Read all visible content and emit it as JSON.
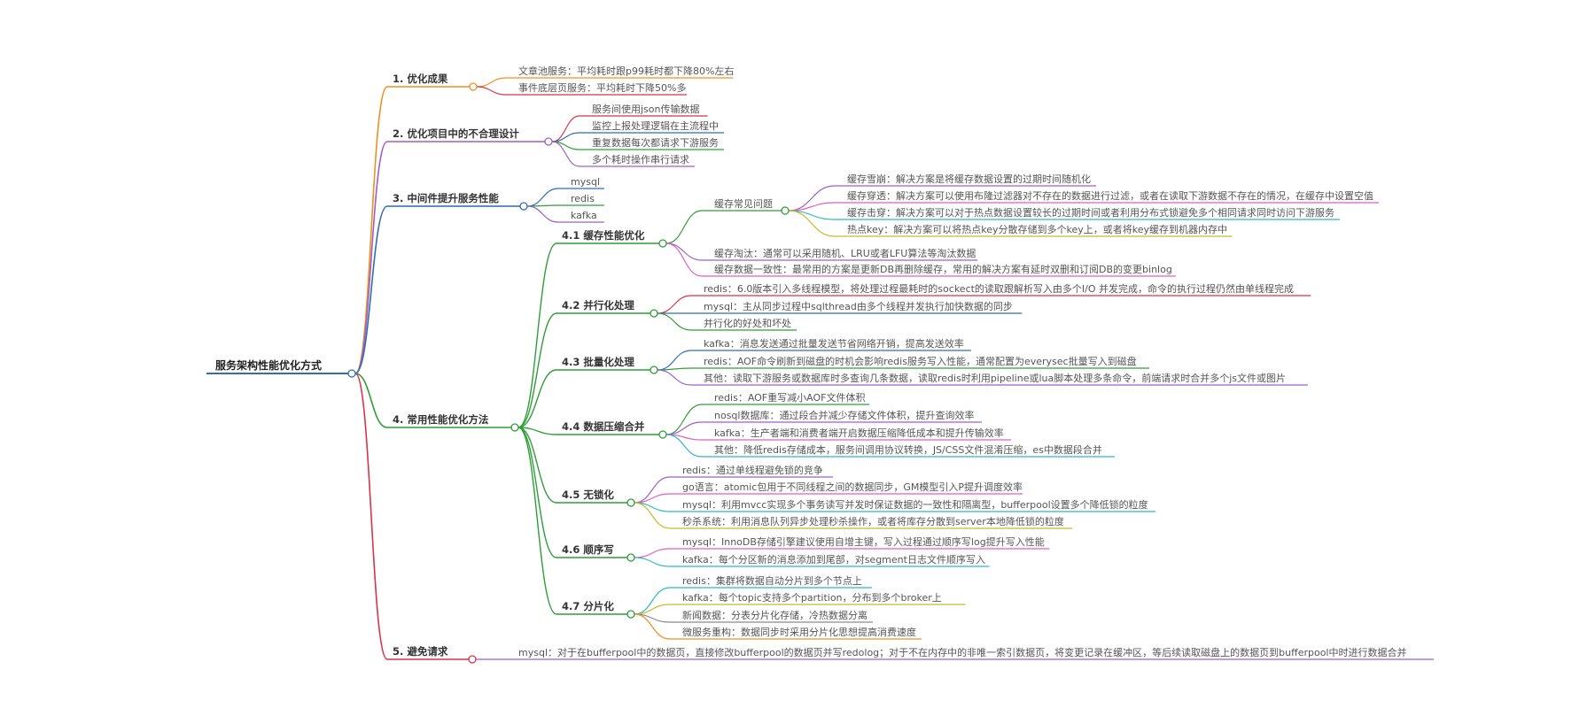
{
  "root": {
    "label": "服务架构性能优化方式",
    "children": [
      {
        "label": "1. 优化成果",
        "children": [
          {
            "label": "文章池服务：平均耗时跟p99耗时都下降80%左右"
          },
          {
            "label": "事件底层页服务：平均耗时下降50%多"
          }
        ]
      },
      {
        "label": "2. 优化项目中的不合理设计",
        "children": [
          {
            "label": "服务间使用json传输数据"
          },
          {
            "label": "监控上报处理逻辑在主流程中"
          },
          {
            "label": "重复数据每次都请求下游服务"
          },
          {
            "label": "多个耗时操作串行请求"
          }
        ]
      },
      {
        "label": "3. 中间件提升服务性能",
        "children": [
          {
            "label": "mysql"
          },
          {
            "label": "redis"
          },
          {
            "label": "kafka"
          }
        ]
      },
      {
        "label": "4. 常用性能优化方法",
        "children": [
          {
            "label": "4.1 缓存性能优化",
            "children": [
              {
                "label": "缓存常见问题",
                "children": [
                  {
                    "label": "缓存雪崩：解决方案是将缓存数据设置的过期时间随机化"
                  },
                  {
                    "label": "缓存穿透：解决方案可以使用布隆过滤器对不存在的数据进行过滤，或者在读取下游数据不存在的情况，在缓存中设置空值"
                  },
                  {
                    "label": "缓存击穿：解决方案可以对于热点数据设置较长的过期时间或者利用分布式锁避免多个相同请求同时访问下游服务"
                  },
                  {
                    "label": "热点key：解决方案可以将热点key分散存储到多个key上，或者将key缓存到机器内存中"
                  }
                ]
              },
              {
                "label": "缓存淘汰：通常可以采用随机、LRU或者LFU算法等淘汰数据"
              },
              {
                "label": "缓存数据一致性：最常用的方案是更新DB再删除缓存，常用的解决方案有延时双删和订阅DB的变更binlog"
              }
            ]
          },
          {
            "label": "4.2 并行化处理",
            "children": [
              {
                "label": "redis：6.0版本引入多线程模型，将处理过程最耗时的sockect的读取跟解析写入由多个I/O 并发完成，命令的执行过程仍然由单线程完成"
              },
              {
                "label": "mysql：主从同步过程中sqlthread由多个线程并发执行加快数据的同步"
              },
              {
                "label": "并行化的好处和坏处"
              }
            ]
          },
          {
            "label": "4.3 批量化处理",
            "children": [
              {
                "label": "kafka：消息发送通过批量发送节省网络开销，提高发送效率"
              },
              {
                "label": "redis：AOF命令刷新到磁盘的时机会影响redis服务写入性能，通常配置为everysec批量写入到磁盘"
              },
              {
                "label": "其他：读取下游服务或数据库时多查询几条数据，读取redis时利用pipeline或lua脚本处理多条命令，前端请求时合并多个js文件或图片"
              }
            ]
          },
          {
            "label": "4.4 数据压缩合并",
            "children": [
              {
                "label": "redis：AOF重写减小AOF文件体积"
              },
              {
                "label": "nosql数据库：通过段合并减少存储文件体积，提升查询效率"
              },
              {
                "label": "kafka：生产者端和消费者端开启数据压缩降低成本和提升传输效率"
              },
              {
                "label": "其他：降低redis存储成本，服务间调用协议转换，JS/CSS文件混淆压缩，es中数据段合并"
              }
            ]
          },
          {
            "label": "4.5 无锁化",
            "children": [
              {
                "label": "redis：通过单线程避免锁的竞争"
              },
              {
                "label": "go语言：atomic包用于不同线程之间的数据同步，GM模型引入P提升调度效率"
              },
              {
                "label": "mysql：利用mvcc实现多个事务读写并发时保证数据的一致性和隔离型，bufferpool设置多个降低锁的粒度"
              },
              {
                "label": "秒杀系统：利用消息队列异步处理秒杀操作，或者将库存分散到server本地降低锁的粒度"
              }
            ]
          },
          {
            "label": "4.6 顺序写",
            "children": [
              {
                "label": "mysql：InnoDB存储引擎建议使用自增主键，写入过程通过顺序写log提升写入性能"
              },
              {
                "label": "kafka：每个分区新的消息添加到尾部，对segment日志文件顺序写入"
              }
            ]
          },
          {
            "label": "4.7 分片化",
            "children": [
              {
                "label": "redis：集群将数据自动分片到多个节点上"
              },
              {
                "label": "kafka：每个topic支持多个partition，分布到多个broker上"
              },
              {
                "label": "新闻数据：分表分片化存储，冷热数据分离"
              },
              {
                "label": "微服务重构：数据同步时采用分片化思想提高消费速度"
              }
            ]
          }
        ]
      },
      {
        "label": "5. 避免请求",
        "children": [
          {
            "label": "mysql：对于在bufferpool中的数据页，直接修改bufferpool的数据页并写redolog；对于不在内存中的非唯一索引数据页，将变更记录在缓冲区，等后续读取磁盘上的数据页到bufferpool中时进行数据合并"
          }
        ]
      }
    ]
  },
  "colors": {
    "root_line": "#2f6db5",
    "branch_colors": [
      "#f0901e",
      "#9d5fc7",
      "#2f6db5",
      "#2f9d38",
      "#d9334a"
    ],
    "leaf_palette": [
      "#f0901e",
      "#d9334a",
      "#2f6db5",
      "#2f9d38",
      "#9d5fc7",
      "#e05ec0",
      "#2fb7c7",
      "#c9b82b",
      "#8a8a8a"
    ],
    "text": "#555555"
  }
}
